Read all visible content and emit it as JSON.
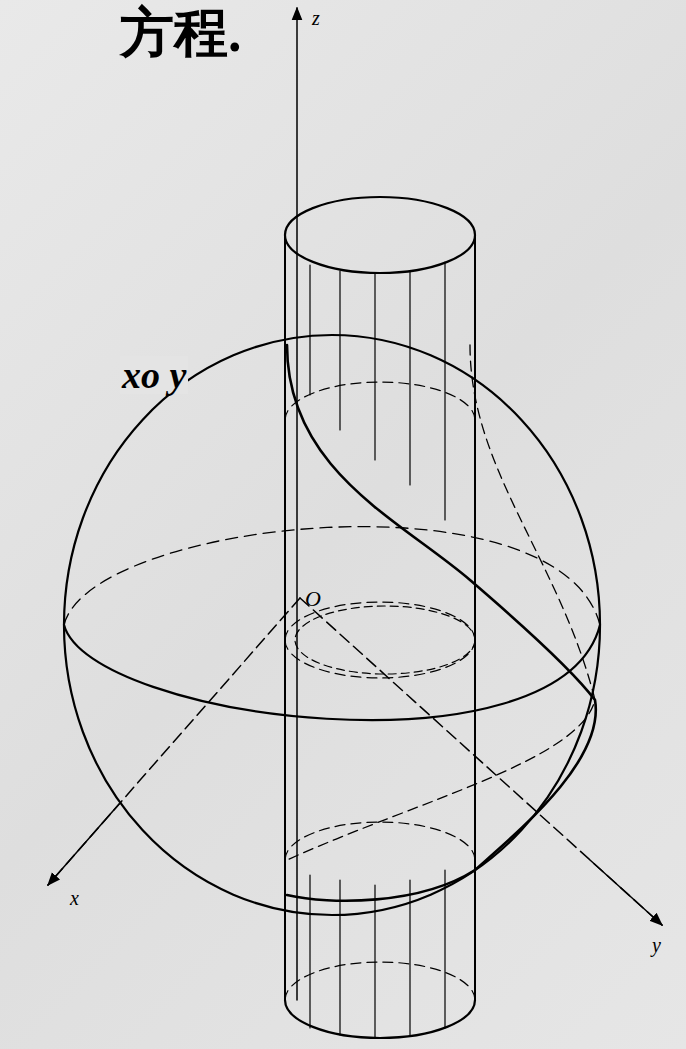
{
  "diagram": {
    "labels": [
      "方程.",
      "z",
      "xo y",
      "O",
      "x",
      "y"
    ]
  }
}
